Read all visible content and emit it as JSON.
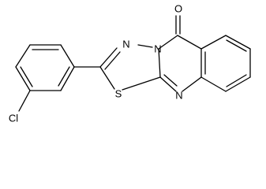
{
  "atoms": {
    "oxygen": "O",
    "nitrogen_1": "N",
    "nitrogen_2": "N",
    "nitrogen_3": "N",
    "sulfur": "S",
    "chlorine": "Cl"
  },
  "colors": {
    "bond": "#000000",
    "label": "#000000",
    "background": "#ffffff"
  }
}
